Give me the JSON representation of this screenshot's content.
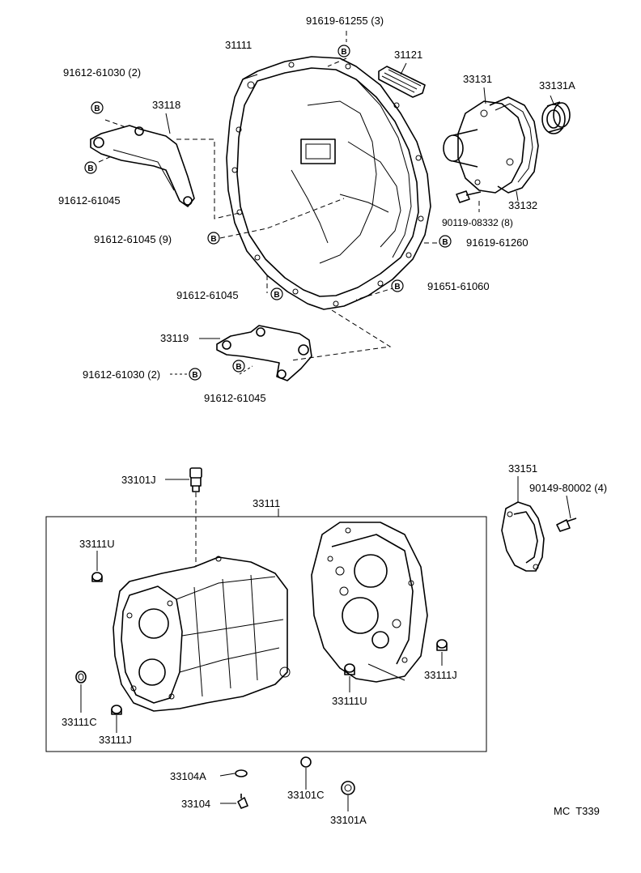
{
  "labels": {
    "p31111": "31111",
    "p91619_61255": "91619-61255 (3)",
    "p31121": "31121",
    "p33131": "33131",
    "p33131A": "33131A",
    "p91612_61030_top": "91612-61030 (2)",
    "p33118": "33118",
    "p91612_61045_left": "91612-61045",
    "p33132": "33132",
    "p90119_08332": "90119-08332 (8)",
    "p91612_61045_9": "91612-61045 (9)",
    "p91619_61260": "91619-61260",
    "p91612_61045_mid": "91612-61045",
    "p91651_61060": "91651-61060",
    "p33119": "33119",
    "p91612_61030_bot": "91612-61030 (2)",
    "p91612_61045_bot": "91612-61045",
    "p33101J": "33101J",
    "p33111": "33111",
    "p33151": "33151",
    "p90149_80002": "90149-80002 (4)",
    "p33111U_left": "33111U",
    "p33111J_right": "33111J",
    "p33111U_mid": "33111U",
    "p33111C": "33111C",
    "p33111J_left": "33111J",
    "p33104A": "33104A",
    "p33101C": "33101C",
    "p33104": "33104",
    "p33101A": "33101A",
    "footer": "MC  T339"
  },
  "bolt_marker": "B"
}
